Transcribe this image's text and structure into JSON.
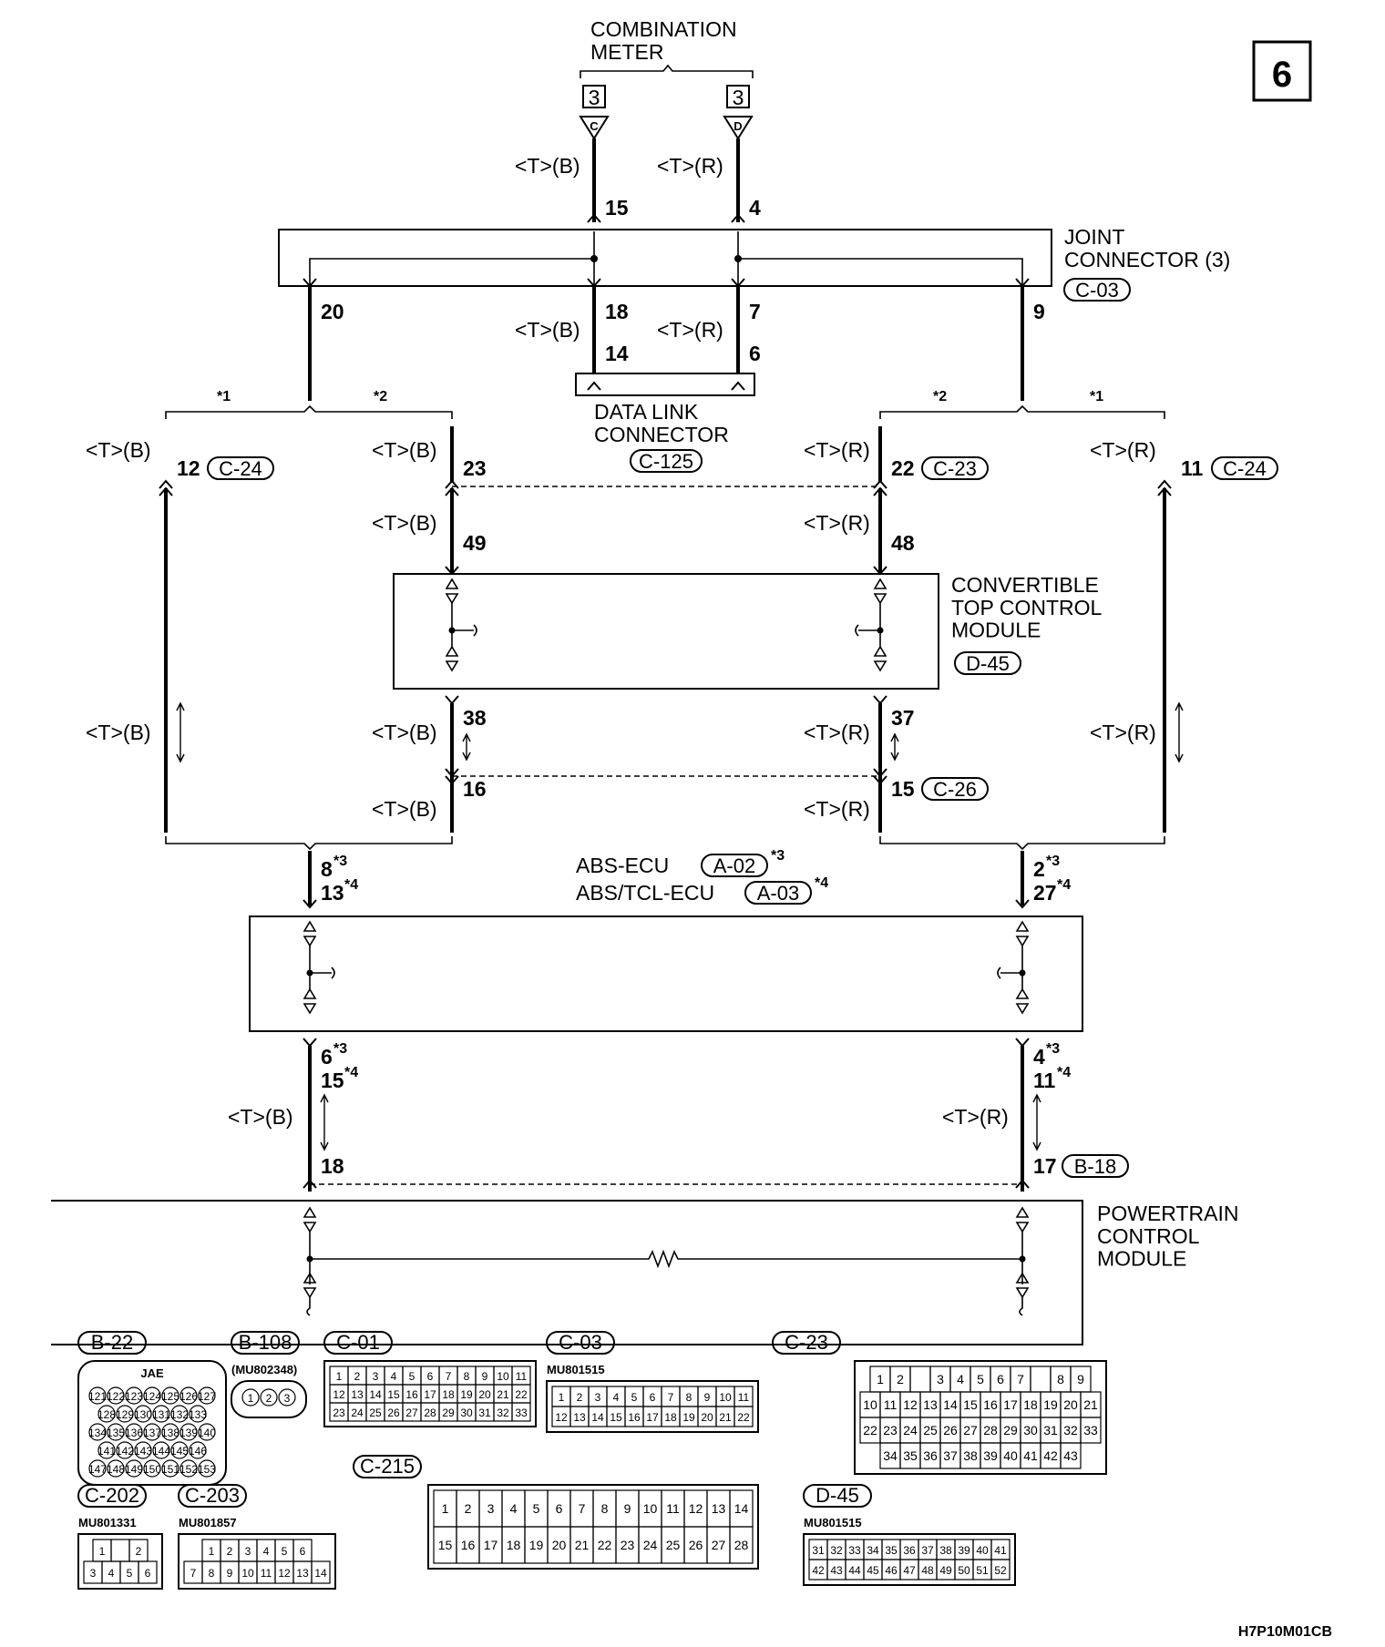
{
  "page_number": "6",
  "diagram_id": "H7P10M01CB",
  "components": {
    "combination_meter": "COMBINATION\nMETER",
    "joint_connector": "JOINT\nCONNECTOR (3)",
    "joint_connector_code": "C-03",
    "data_link_connector": "DATA LINK\nCONNECTOR",
    "data_link_connector_code": "C-125",
    "convertible_top": "CONVERTIBLE\nTOP CONTROL\nMODULE",
    "convertible_top_code": "D-45",
    "abs_ecu": "ABS-ECU",
    "abs_ecu_code": "A-02",
    "abs_tcl_ecu": "ABS/TCL-ECU",
    "abs_tcl_ecu_code": "A-03",
    "powertrain": "POWERTRAIN\nCONTROL\nMODULE"
  },
  "meter_terminals": [
    {
      "box": "3",
      "letter": "C"
    },
    {
      "box": "3",
      "letter": "D"
    }
  ],
  "wire_labels": {
    "tb": "<T>(B)",
    "tr": "<T>(R)"
  },
  "pins": {
    "p15": "15",
    "p4": "4",
    "p20": "20",
    "p18": "18",
    "p7": "7",
    "p9": "9",
    "p14": "14",
    "p6": "6",
    "p12": "12",
    "p23": "23",
    "p22": "22",
    "p11": "11",
    "p49": "49",
    "p48": "48",
    "p38": "38",
    "p37": "37",
    "p16": "16",
    "p15b": "15",
    "p8": "8",
    "p13": "13",
    "p2": "2",
    "p27": "27",
    "p6b": "6",
    "p15c": "15",
    "p4b": "4",
    "p11b": "11",
    "p18b": "18",
    "p17": "17"
  },
  "connector_codes": {
    "c24": "C-24",
    "c23": "C-23",
    "c26": "C-26",
    "b18": "B-18"
  },
  "notes": {
    "n1": "*1",
    "n2": "*2",
    "n3": "*3",
    "n4": "*4"
  },
  "connector_views": [
    {
      "code": "B-22",
      "part": "",
      "sub": "JAE",
      "rows": [
        [
          "121",
          "122",
          "123",
          "124",
          "125",
          "126",
          "127"
        ],
        [
          "128",
          "129",
          "130",
          "131",
          "132",
          "133"
        ],
        [
          "134",
          "135",
          "136",
          "137",
          "138",
          "139",
          "140"
        ],
        [
          "141",
          "142",
          "143",
          "144",
          "145",
          "146"
        ],
        [
          "147",
          "148",
          "149",
          "150",
          "151",
          "152",
          "153"
        ]
      ]
    },
    {
      "code": "B-108",
      "part": "(MU802348)",
      "rows": [
        [
          "1",
          "2",
          "3"
        ]
      ]
    },
    {
      "code": "C-01",
      "part": "",
      "rows": [
        [
          "1",
          "2",
          "3",
          "4",
          "5",
          "6",
          "7",
          "8",
          "9",
          "10",
          "11"
        ],
        [
          "12",
          "13",
          "14",
          "15",
          "16",
          "17",
          "18",
          "19",
          "20",
          "21",
          "22"
        ],
        [
          "23",
          "24",
          "25",
          "26",
          "27",
          "28",
          "29",
          "30",
          "31",
          "32",
          "33"
        ]
      ]
    },
    {
      "code": "C-03",
      "part": "MU801515",
      "rows": [
        [
          "1",
          "2",
          "3",
          "4",
          "5",
          "6",
          "7",
          "8",
          "9",
          "10",
          "11"
        ],
        [
          "12",
          "13",
          "14",
          "15",
          "16",
          "17",
          "18",
          "19",
          "20",
          "21",
          "22"
        ]
      ]
    },
    {
      "code": "C-23",
      "part": "",
      "rows": [
        [
          "1",
          "2",
          "",
          "3",
          "4",
          "5",
          "6",
          "7",
          "",
          "8",
          "9"
        ],
        [
          "10",
          "11",
          "12",
          "13",
          "14",
          "15",
          "16",
          "17",
          "18",
          "19",
          "20",
          "21"
        ],
        [
          "22",
          "23",
          "24",
          "25",
          "26",
          "27",
          "28",
          "29",
          "30",
          "31",
          "32",
          "33"
        ],
        [
          "34",
          "35",
          "36",
          "37",
          "38",
          "39",
          "40",
          "41",
          "42",
          "43"
        ]
      ]
    },
    {
      "code": "C-202",
      "part": "MU801331",
      "rows": [
        [
          "1",
          "",
          "2"
        ],
        [
          "3",
          "4",
          "5",
          "6"
        ]
      ]
    },
    {
      "code": "C-203",
      "part": "MU801857",
      "rows": [
        [
          "1",
          "2",
          "3",
          "4",
          "5",
          "6"
        ],
        [
          "7",
          "8",
          "9",
          "10",
          "11",
          "12",
          "13",
          "14"
        ]
      ]
    },
    {
      "code": "C-215",
      "part": "",
      "rows": [
        [
          "1",
          "2",
          "3",
          "4",
          "5",
          "6",
          "7",
          "8",
          "9",
          "10",
          "11",
          "12",
          "13",
          "14"
        ],
        [
          "15",
          "16",
          "17",
          "18",
          "19",
          "20",
          "21",
          "22",
          "23",
          "24",
          "25",
          "26",
          "27",
          "28"
        ]
      ]
    },
    {
      "code": "D-45",
      "part": "MU801515",
      "rows": [
        [
          "31",
          "32",
          "33",
          "34",
          "35",
          "36",
          "37",
          "38",
          "39",
          "40",
          "41"
        ],
        [
          "42",
          "43",
          "44",
          "45",
          "46",
          "47",
          "48",
          "49",
          "50",
          "51",
          "52"
        ]
      ]
    }
  ]
}
